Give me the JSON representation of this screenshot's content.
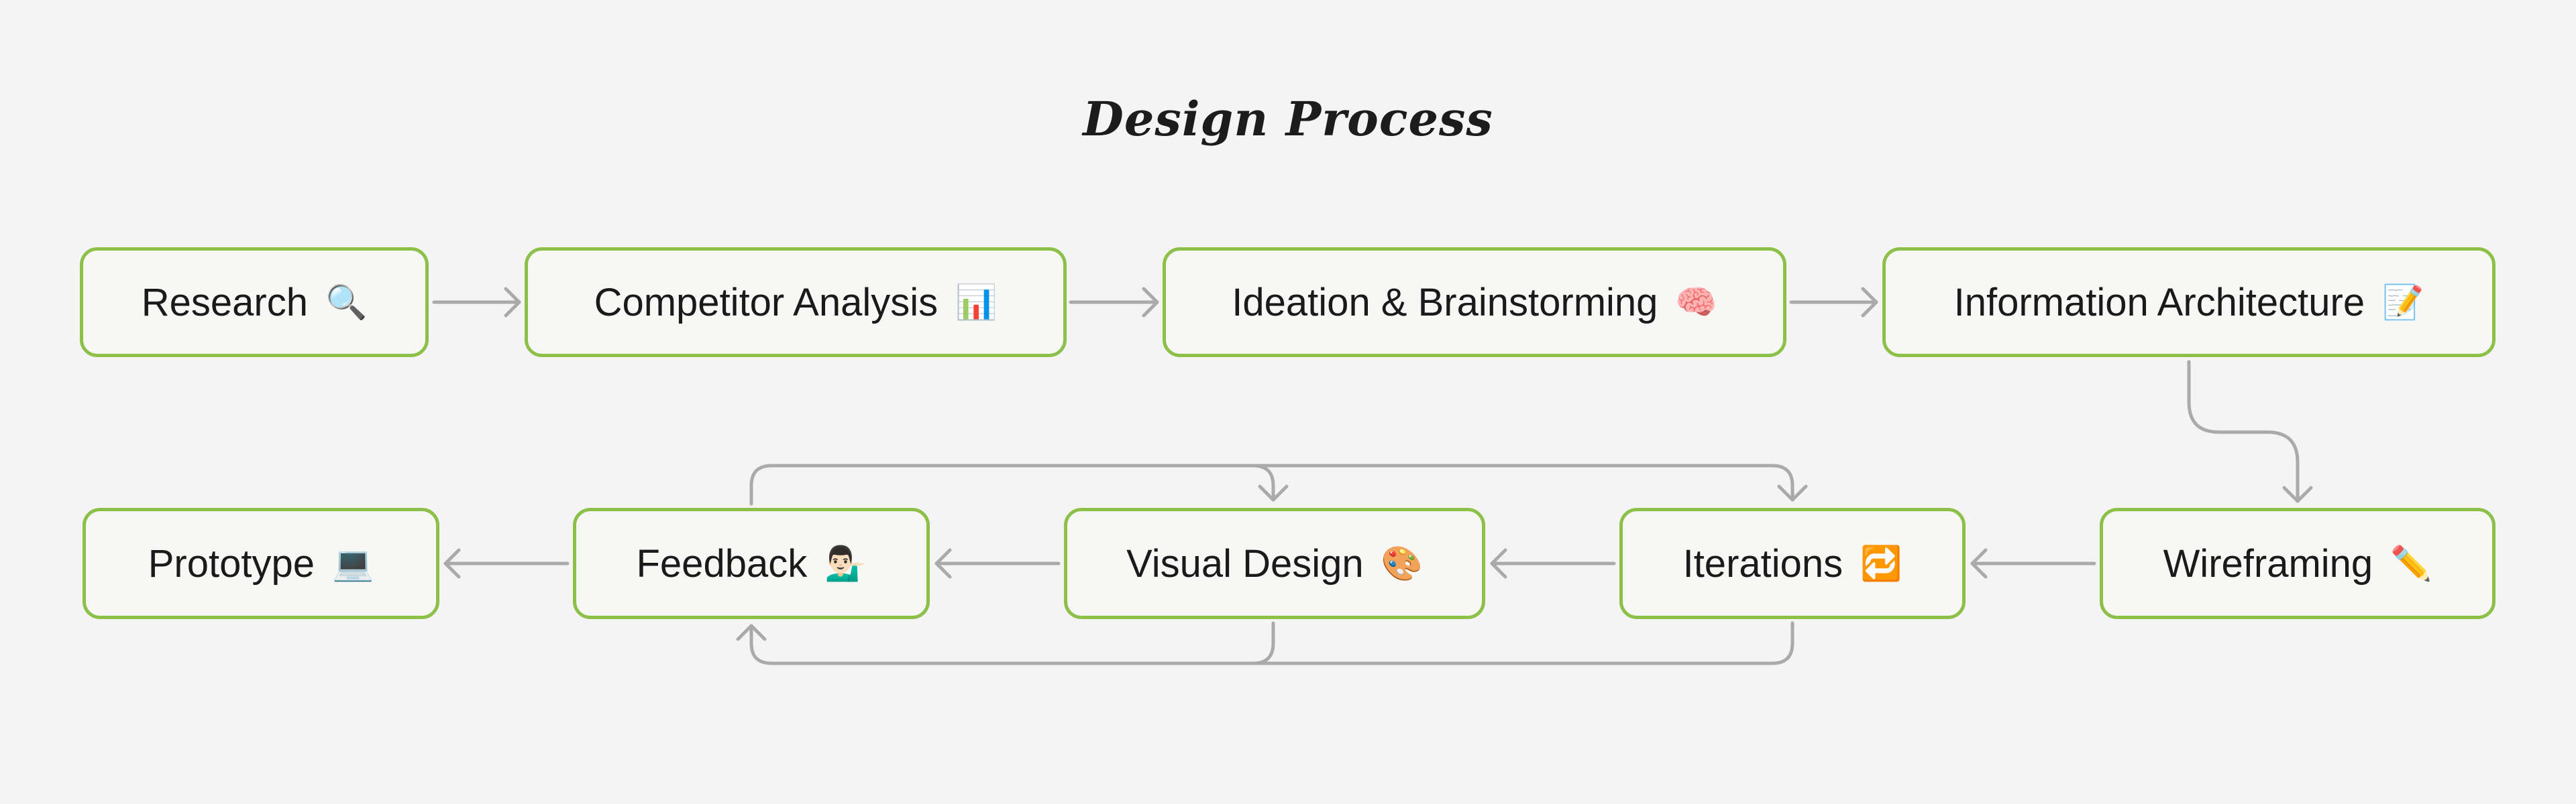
{
  "title": "Design Process",
  "nodes": [
    {
      "id": "research",
      "label": "Research",
      "icon": "🔍",
      "icon_name": "magnifier-icon"
    },
    {
      "id": "competitor",
      "label": "Competitor Analysis",
      "icon": "📊",
      "icon_name": "bar-chart-icon"
    },
    {
      "id": "ideation",
      "label": "Ideation & Brainstorming",
      "icon": "🧠",
      "icon_name": "brain-icon"
    },
    {
      "id": "info",
      "label": "Information Architecture",
      "icon": "📝",
      "icon_name": "memo-icon"
    },
    {
      "id": "wireframing",
      "label": "Wireframing",
      "icon": "✏️",
      "icon_name": "pencil-icon"
    },
    {
      "id": "iterations",
      "label": "Iterations",
      "icon": "🔁",
      "icon_name": "repeat-icon"
    },
    {
      "id": "visual",
      "label": "Visual Design",
      "icon": "🎨",
      "icon_name": "palette-icon"
    },
    {
      "id": "feedback",
      "label": "Feedback",
      "icon": "💁🏻‍♂️",
      "icon_name": "person-tipping-hand-icon"
    },
    {
      "id": "prototype",
      "label": "Prototype",
      "icon": "💻",
      "icon_name": "laptop-icon"
    }
  ],
  "edges": [
    {
      "from": "research",
      "to": "competitor"
    },
    {
      "from": "competitor",
      "to": "ideation"
    },
    {
      "from": "ideation",
      "to": "info"
    },
    {
      "from": "info",
      "to": "wireframing"
    },
    {
      "from": "wireframing",
      "to": "iterations"
    },
    {
      "from": "iterations",
      "to": "visual"
    },
    {
      "from": "visual",
      "to": "feedback"
    },
    {
      "from": "feedback",
      "to": "prototype"
    },
    {
      "from": "feedback",
      "to": "visual"
    },
    {
      "from": "feedback",
      "to": "iterations"
    },
    {
      "from": "visual",
      "to": "feedback"
    },
    {
      "from": "iterations",
      "to": "feedback"
    }
  ],
  "colors": {
    "background": "#f4f4f4",
    "node_border": "#8dc048",
    "node_fill": "#f7f8f5",
    "edge": "#aaaaaa",
    "text": "#1a1a1a"
  }
}
